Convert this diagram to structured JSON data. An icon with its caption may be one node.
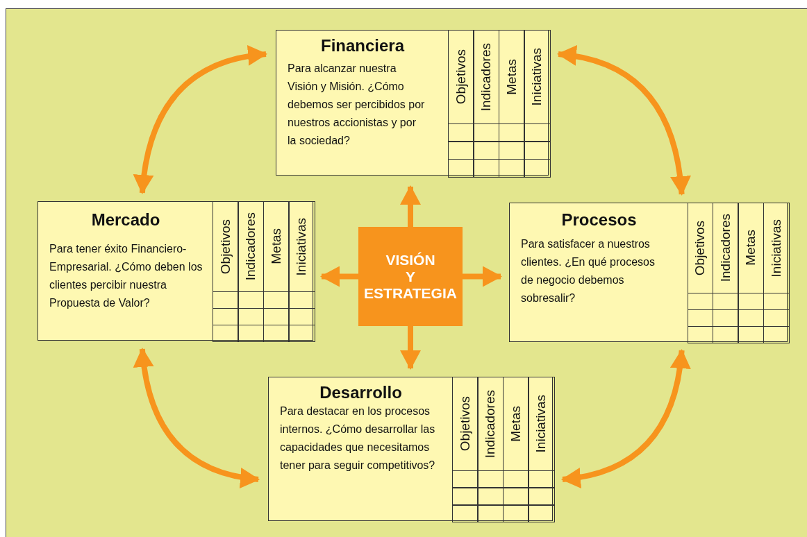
{
  "diagram": {
    "nodes": [
      {
        "text": [
          "Financiera",
          "Para alcanzar nuestra Visión y Misión. ¿Cómo debemos ser percibidos por nuestros accionistas y por la sociedad?",
          "Objetivos",
          "Indicadores",
          "Metas",
          "Iniciativas"
        ]
      },
      {
        "text": [
          "Mercado",
          "Para tener éxito Financiero-Empresarial. ¿Cómo deben los clientes percibir nuestra Propuesta de Valor?",
          "Objetivos",
          "Indicadores",
          "Metas",
          "Iniciativas"
        ]
      },
      {
        "text": [
          "VISIÓN Y ESTRATEGIA"
        ]
      },
      {
        "text": [
          "Procesos",
          "Para satisfacer a nuestros clientes. ¿En qué procesos de negocio debemos sobresalir?",
          "Objetivos",
          "Indicadores",
          "Metas",
          "Iniciativas"
        ]
      },
      {
        "text": [
          "Desarrollo",
          "Para destacar en los procesos internos. ¿Cómo desarrollar las capacidades que necesitamos tener para seguir competitivos?",
          "Objetivos",
          "Indicadores",
          "Metas",
          "Iniciativas"
        ]
      }
    ],
    "edges": [
      {
        "from": 2,
        "to": 0,
        "arrow": "to"
      },
      {
        "from": 2,
        "to": 1,
        "arrow": "to"
      },
      {
        "from": 2,
        "to": 3,
        "arrow": "to"
      },
      {
        "from": 2,
        "to": 4,
        "arrow": "to"
      },
      {
        "from": 1,
        "to": 0,
        "arrow": "both"
      },
      {
        "from": 0,
        "to": 3,
        "arrow": "both"
      },
      {
        "from": 1,
        "to": 4,
        "arrow": "both"
      },
      {
        "from": 3,
        "to": 4,
        "arrow": "both"
      }
    ]
  }
}
